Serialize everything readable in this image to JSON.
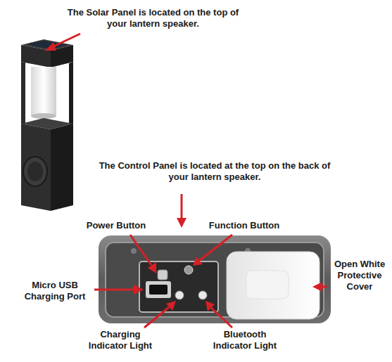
{
  "diagram": {
    "labels": [
      "The Solar Panel is located on the top of your lantern speaker.",
      "The Control Panel is located at the top on the back of your lantern speaker.",
      "Power Button",
      "Function Button",
      "Micro USB Charging Port",
      "Open White Protective Cover",
      "Charging Indicator Light",
      "Bluetooth Indicator Light"
    ]
  }
}
